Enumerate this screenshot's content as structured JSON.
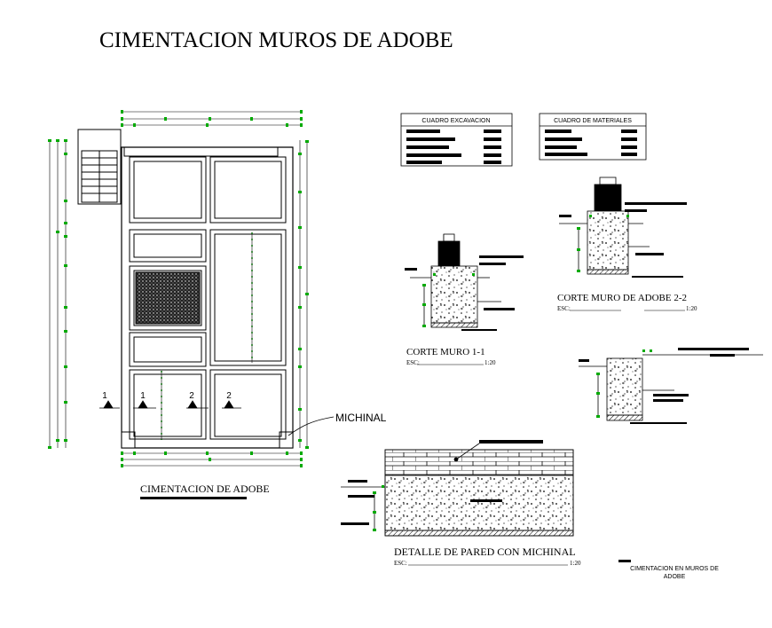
{
  "title": "CIMENTACION MUROS DE  ADOBE",
  "plan": {
    "label": "CIMENTACION DE ADOBE",
    "michinal_label": "MICHINAL",
    "cut_1": "1",
    "cut_2": "2"
  },
  "tables": {
    "excavacion_header": "CUADRO EXCAVACION",
    "materiales_header": "CUADRO DE MATERIALES"
  },
  "sections": {
    "corte_1": {
      "title": "CORTE MURO 1-1",
      "esc_label": "ESC:",
      "scale": "1:20"
    },
    "corte_2": {
      "title": "CORTE MURO DE ADOBE 2-2",
      "esc_label": "ESC:",
      "scale": "1:20"
    },
    "detalle": {
      "title": "DETALLE DE PARED CON MICHINAL",
      "esc_label": "ESC:",
      "scale": "1:20"
    }
  },
  "legend": {
    "line1": "CIMENTACION EN MUROS DE",
    "line2": "ADOBE"
  },
  "colors": {
    "ink": "#000000",
    "dim_green": "#00aa00",
    "paper": "#ffffff"
  }
}
